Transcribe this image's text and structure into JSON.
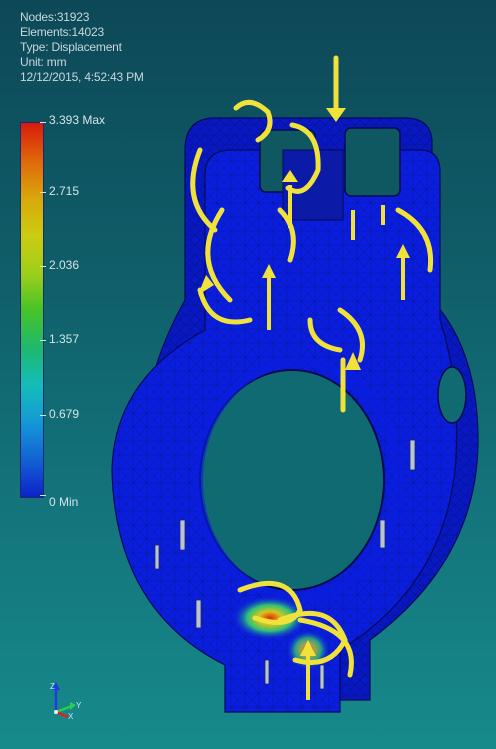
{
  "info": {
    "nodes": "Nodes:31923",
    "elements": "Elements:14023",
    "type": "Type: Displacement",
    "unit": "Unit: mm",
    "timestamp": "12/12/2015, 4:52:43 PM"
  },
  "legend": {
    "labels": [
      "3.393 Max",
      "2.715",
      "2.036",
      "1.357",
      "0.679",
      "0 Min"
    ]
  },
  "axes": {
    "x": "X",
    "y": "Y",
    "z": "Z"
  },
  "colors": {
    "background_top": "#0d4858",
    "background_bottom": "#168a8b",
    "mesh_body": "#0a1ee0",
    "load_arrows": "#f0e23a"
  }
}
